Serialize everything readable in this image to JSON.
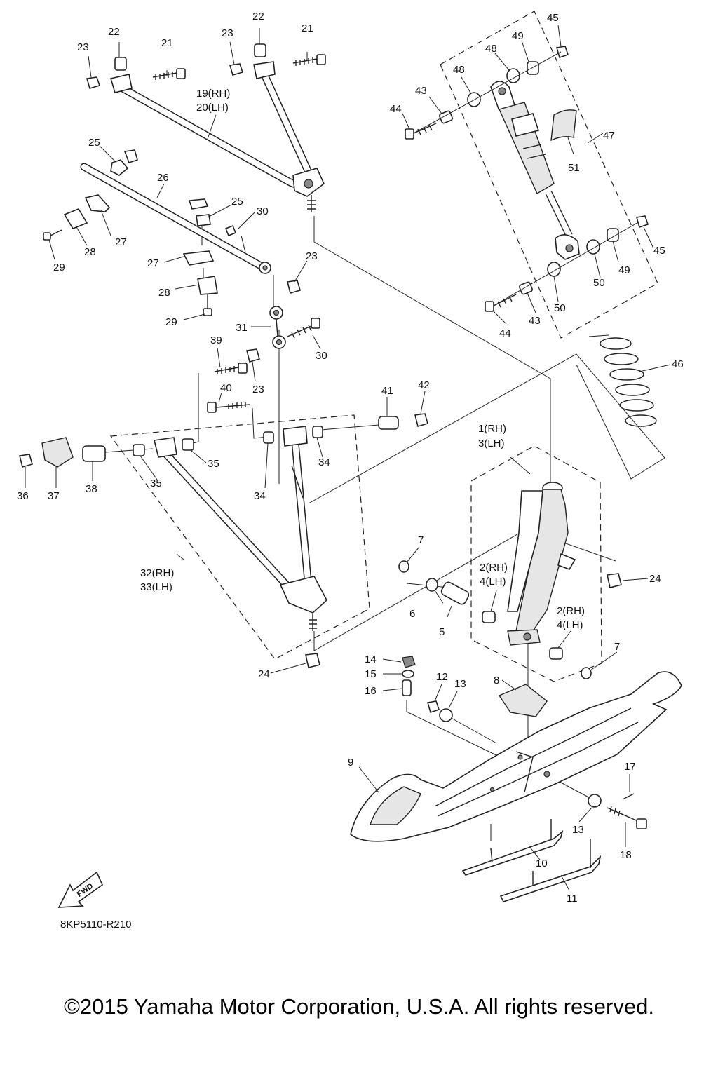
{
  "diagram_code": "8KP5110-R210",
  "copyright": "©2015 Yamaha Motor Corporation, U.S.A. All rights reserved.",
  "fwd_label": "FWD",
  "callouts": [
    {
      "id": "c1",
      "text": "1(RH)"
    },
    {
      "id": "c3",
      "text": "3(LH)"
    },
    {
      "id": "c2a",
      "text": "2(RH)"
    },
    {
      "id": "c4a",
      "text": "4(LH)"
    },
    {
      "id": "c2b",
      "text": "2(RH)"
    },
    {
      "id": "c4b",
      "text": "4(LH)"
    },
    {
      "id": "c5",
      "text": "5"
    },
    {
      "id": "c6",
      "text": "6"
    },
    {
      "id": "c7a",
      "text": "7"
    },
    {
      "id": "c7b",
      "text": "7"
    },
    {
      "id": "c8",
      "text": "8"
    },
    {
      "id": "c9",
      "text": "9"
    },
    {
      "id": "c10",
      "text": "10"
    },
    {
      "id": "c11",
      "text": "11"
    },
    {
      "id": "c12",
      "text": "12"
    },
    {
      "id": "c13a",
      "text": "13"
    },
    {
      "id": "c13b",
      "text": "13"
    },
    {
      "id": "c14",
      "text": "14"
    },
    {
      "id": "c15",
      "text": "15"
    },
    {
      "id": "c16",
      "text": "16"
    },
    {
      "id": "c17",
      "text": "17"
    },
    {
      "id": "c18",
      "text": "18"
    },
    {
      "id": "c19",
      "text": "19(RH)"
    },
    {
      "id": "c20",
      "text": "20(LH)"
    },
    {
      "id": "c21a",
      "text": "21"
    },
    {
      "id": "c21b",
      "text": "21"
    },
    {
      "id": "c22a",
      "text": "22"
    },
    {
      "id": "c22b",
      "text": "22"
    },
    {
      "id": "c23a",
      "text": "23"
    },
    {
      "id": "c23b",
      "text": "23"
    },
    {
      "id": "c23c",
      "text": "23"
    },
    {
      "id": "c23d",
      "text": "23"
    },
    {
      "id": "c24a",
      "text": "24"
    },
    {
      "id": "c24b",
      "text": "24"
    },
    {
      "id": "c25a",
      "text": "25"
    },
    {
      "id": "c25b",
      "text": "25"
    },
    {
      "id": "c26",
      "text": "26"
    },
    {
      "id": "c27a",
      "text": "27"
    },
    {
      "id": "c27b",
      "text": "27"
    },
    {
      "id": "c28a",
      "text": "28"
    },
    {
      "id": "c28b",
      "text": "28"
    },
    {
      "id": "c29a",
      "text": "29"
    },
    {
      "id": "c29b",
      "text": "29"
    },
    {
      "id": "c30a",
      "text": "30"
    },
    {
      "id": "c30b",
      "text": "30"
    },
    {
      "id": "c31",
      "text": "31"
    },
    {
      "id": "c32",
      "text": "32(RH)"
    },
    {
      "id": "c33",
      "text": "33(LH)"
    },
    {
      "id": "c34a",
      "text": "34"
    },
    {
      "id": "c34b",
      "text": "34"
    },
    {
      "id": "c35a",
      "text": "35"
    },
    {
      "id": "c35b",
      "text": "35"
    },
    {
      "id": "c36",
      "text": "36"
    },
    {
      "id": "c37",
      "text": "37"
    },
    {
      "id": "c38",
      "text": "38"
    },
    {
      "id": "c39",
      "text": "39"
    },
    {
      "id": "c40",
      "text": "40"
    },
    {
      "id": "c41",
      "text": "41"
    },
    {
      "id": "c42",
      "text": "42"
    },
    {
      "id": "c43a",
      "text": "43"
    },
    {
      "id": "c43b",
      "text": "43"
    },
    {
      "id": "c44a",
      "text": "44"
    },
    {
      "id": "c44b",
      "text": "44"
    },
    {
      "id": "c45a",
      "text": "45"
    },
    {
      "id": "c45b",
      "text": "45"
    },
    {
      "id": "c46",
      "text": "46"
    },
    {
      "id": "c47",
      "text": "47"
    },
    {
      "id": "c48a",
      "text": "48"
    },
    {
      "id": "c48b",
      "text": "48"
    },
    {
      "id": "c49a",
      "text": "49"
    },
    {
      "id": "c49b",
      "text": "49"
    },
    {
      "id": "c50a",
      "text": "50"
    },
    {
      "id": "c50b",
      "text": "50"
    },
    {
      "id": "c51",
      "text": "51"
    }
  ]
}
